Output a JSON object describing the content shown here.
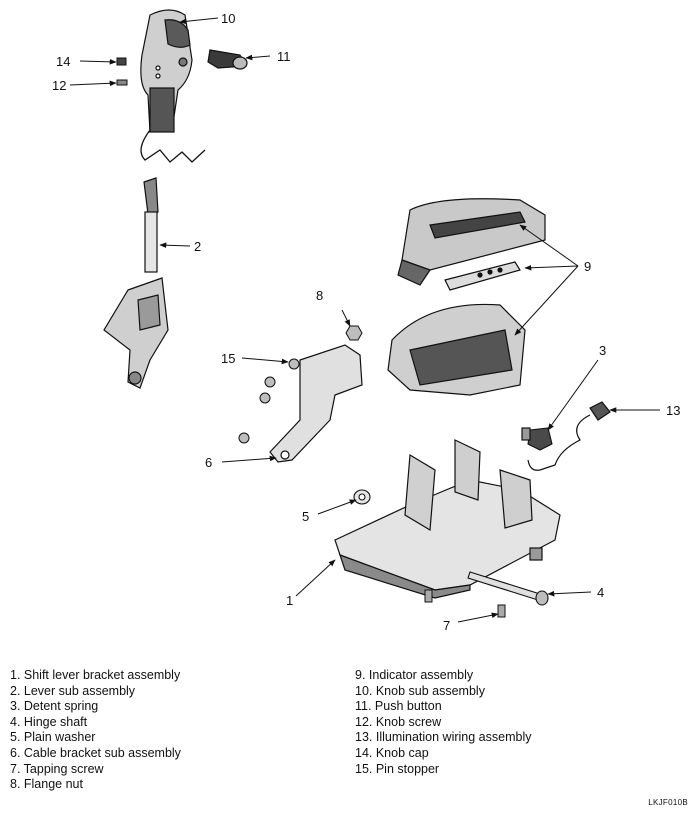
{
  "callouts": {
    "n1": "1",
    "n2": "2",
    "n3": "3",
    "n4": "4",
    "n5": "5",
    "n6": "6",
    "n7": "7",
    "n8": "8",
    "n9": "9",
    "n10": "10",
    "n11": "11",
    "n12": "12",
    "n13": "13",
    "n14": "14",
    "n15": "15"
  },
  "legend_left": [
    "1.  Shift lever bracket assembly",
    "2.  Lever sub assembly",
    "3.  Detent spring",
    "4.  Hinge shaft",
    "5.  Plain washer",
    "6.  Cable bracket sub assembly",
    "7.  Tapping screw",
    "8.  Flange nut"
  ],
  "legend_right": [
    "9.  Indicator assembly",
    "10.  Knob sub assembly",
    "11.  Push button",
    "12.  Knob screw",
    "13.  Illumination wiring assembly",
    "14.  Knob cap",
    "15.  Pin stopper"
  ],
  "figure_code": "LKJF010B"
}
